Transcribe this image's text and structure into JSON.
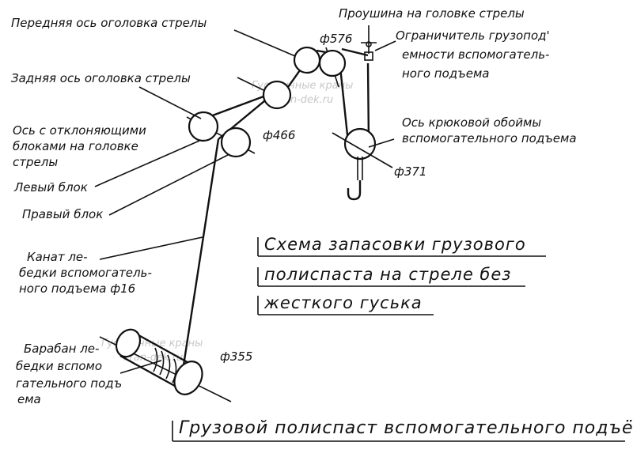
{
  "labels": {
    "front_axle": "Передняя ось оголовка стрелы",
    "eye": "Проушина на головке стрелы",
    "d576": "ф576",
    "limiter_1": "Ограничитель грузопод'",
    "limiter_2": "емности вспомогатель-",
    "limiter_3": "ного подъема",
    "rear_axle": "Задняя ось оголовка стрелы",
    "deflect_1": "Ось с отклоняющими",
    "deflect_2": "блоками на головке",
    "deflect_3": "стрелы",
    "d466": "ф466",
    "hook_axle_1": "Ось крюковой обоймы",
    "hook_axle_2": "вспомогательного подъема",
    "d371": "ф371",
    "left_block": "Левый блок",
    "right_block": "Правый блок",
    "rope_1": "Канат ле-",
    "rope_2": "бедки вспомогатель-",
    "rope_3": "ного подъема ф16",
    "drum_1": "Барабан ле-",
    "drum_2": "бедки вспомо",
    "drum_3": "гательного подъ",
    "drum_4": "ема",
    "d355": "ф355"
  },
  "title": {
    "line1": "Схема запасовки грузового",
    "line2": "полиспаста на стреле без",
    "line3": "жесткого гуська"
  },
  "bottom_title": "Грузовой полиспаст вспомогательного подъёма",
  "watermarks": {
    "upper_1": "Гусеничные краны",
    "upper_2": "kran-dek.ru",
    "lower_1": "Гусеничные краны",
    "lower_2": "kran-dek.ru"
  }
}
